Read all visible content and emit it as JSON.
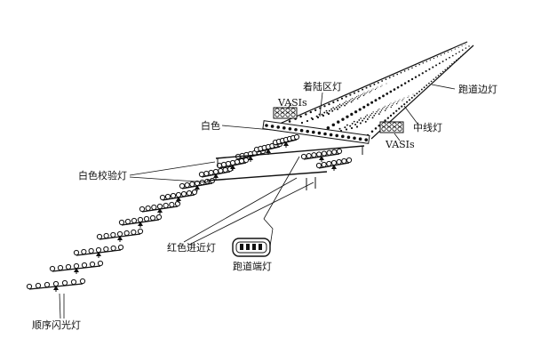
{
  "labels": {
    "touchdown_zone_lights": "着陆区灯",
    "runway_edge_lights": "跑道边灯",
    "vasis_left": "VASIs",
    "white": "白色",
    "centerline_lights": "中线灯",
    "vasis_right": "VASIs",
    "white_calibration_lights": "白色校验灯",
    "red_approach_lights": "红色进近灯",
    "runway_threshold_lights": "跑道端灯",
    "sequenced_flashing_lights": "顺序闪光灯"
  },
  "colors": {
    "ink": "#111111",
    "background": "#ffffff"
  }
}
